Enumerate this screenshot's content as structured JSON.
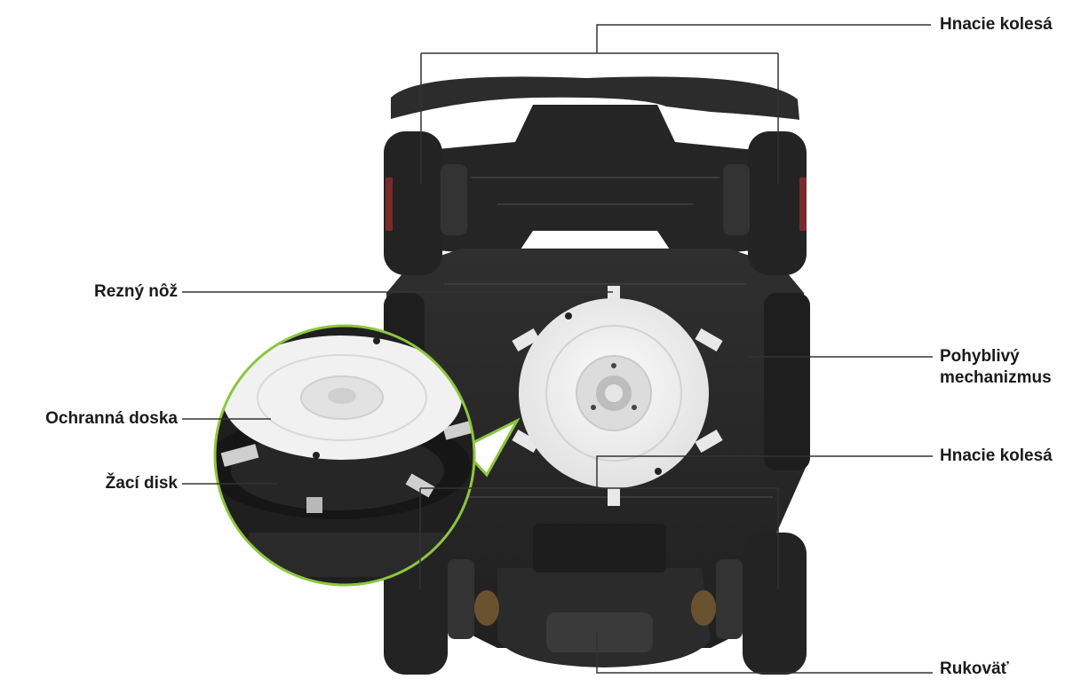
{
  "labels": {
    "drive_wheels_top": "Hnacie kolesá",
    "cutting_blade": "Rezný nôž",
    "floating_mechanism_line1": "Pohyblivý",
    "floating_mechanism_line2": "mechanizmus",
    "protective_plate": "Ochranná doska",
    "cutting_disc": "Žací disk",
    "drive_wheels_bottom": "Hnacie kolesá",
    "handle": "Rukoväť"
  },
  "colors": {
    "mower_body": "#2a2a2a",
    "mower_dark": "#1c1c1c",
    "wheel": "#232323",
    "blade_plate": "#f2f2f2",
    "accent_zoom_ring": "#8dc63f",
    "leader_line": "#333333"
  }
}
